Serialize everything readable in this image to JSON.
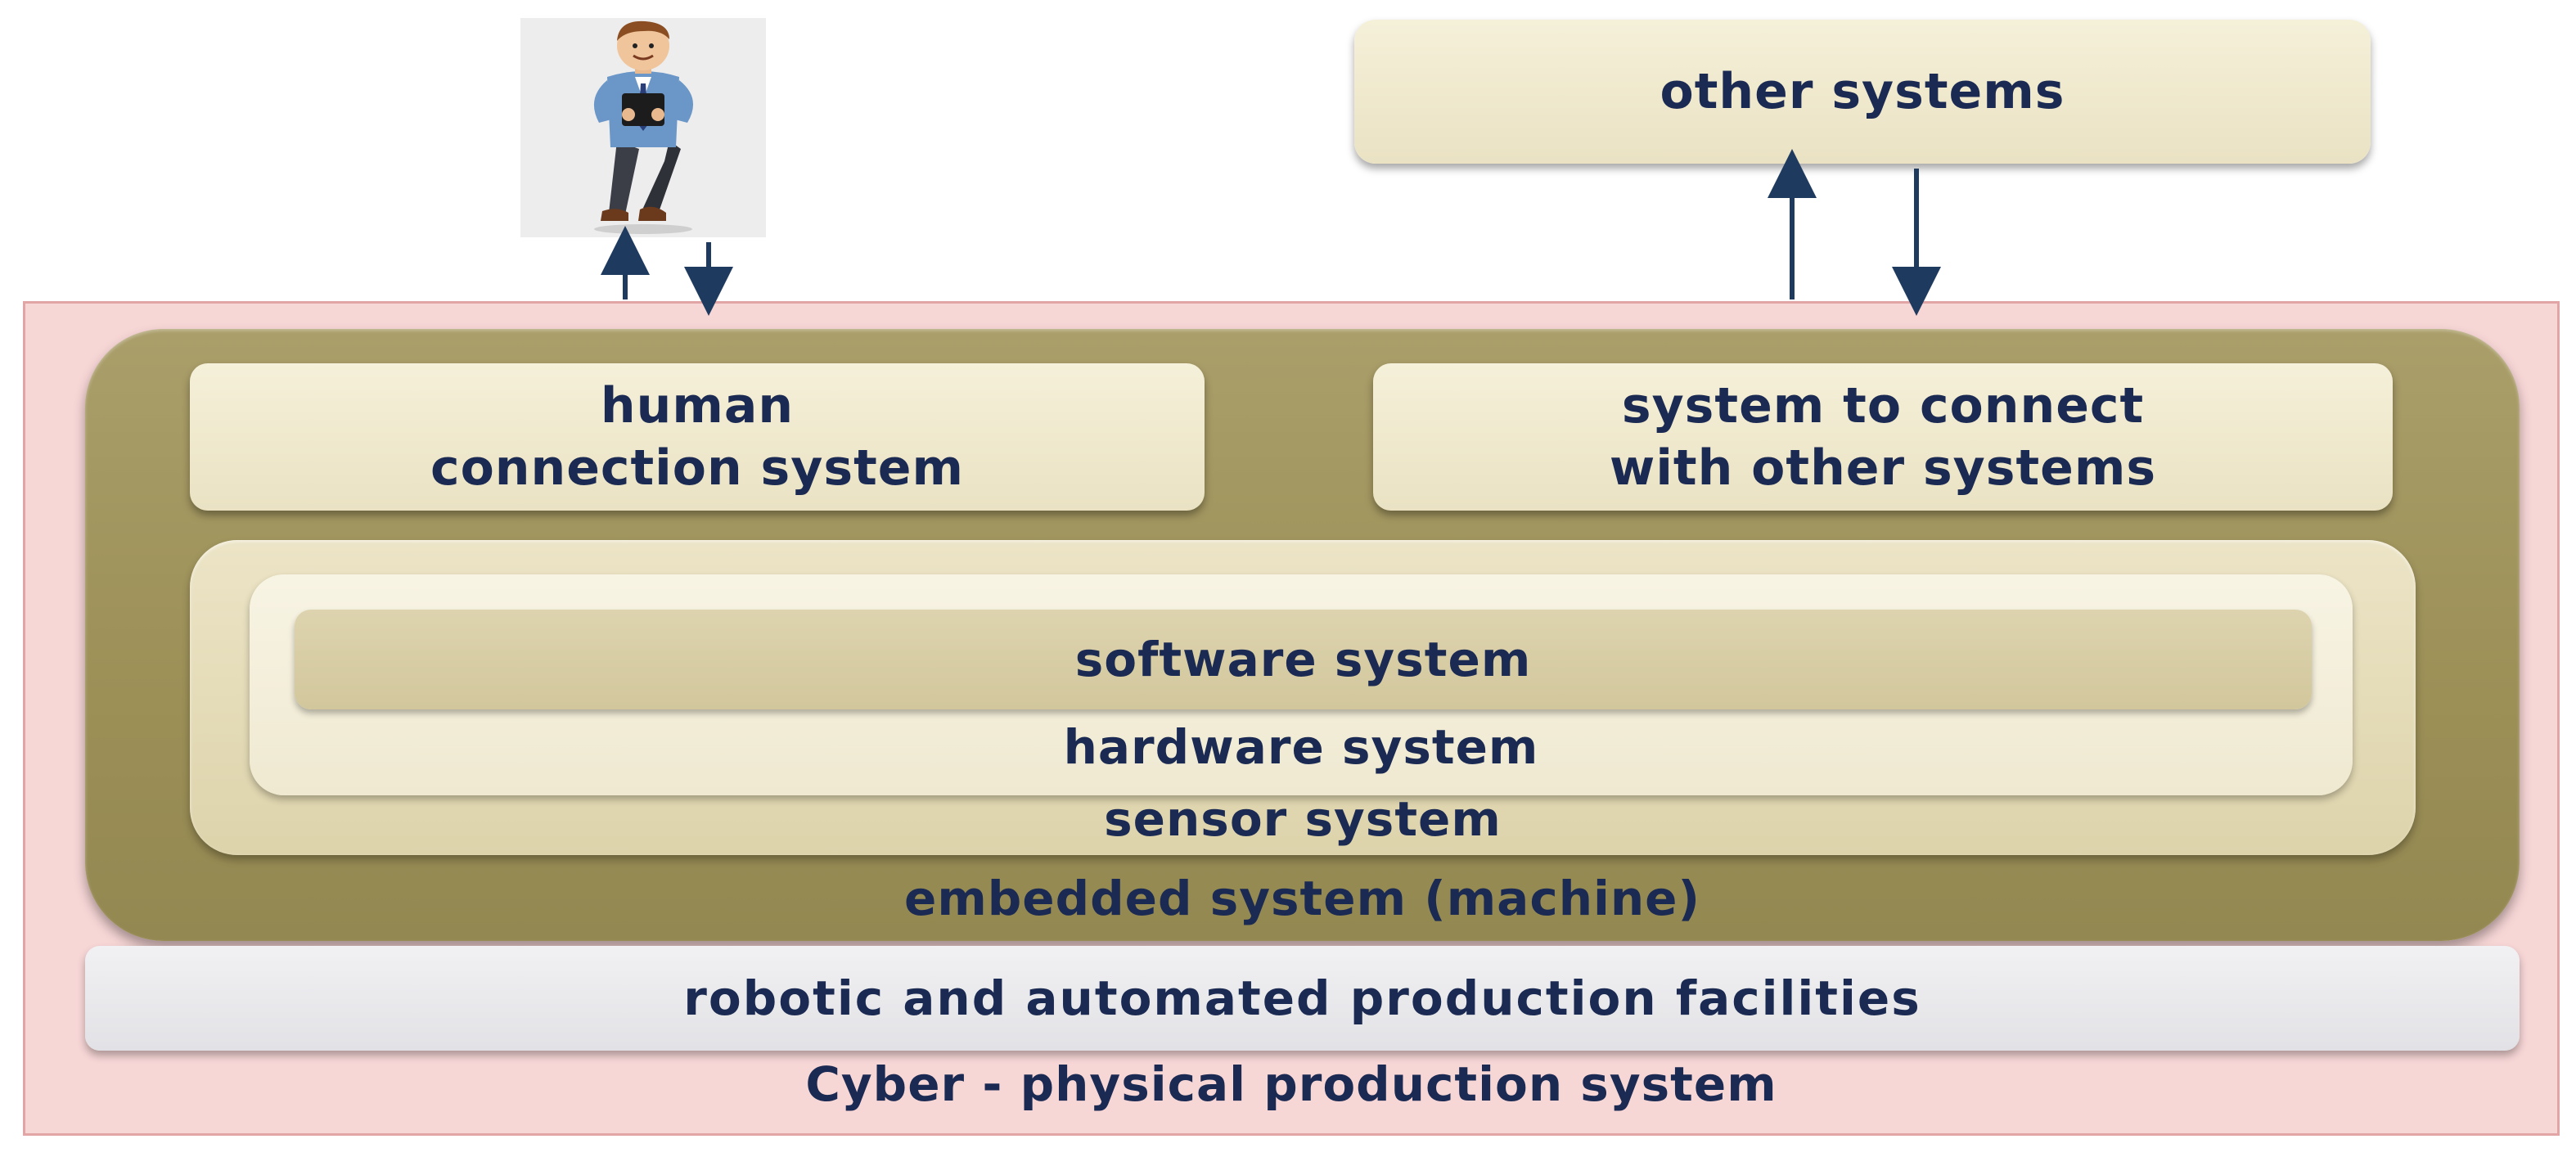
{
  "diagram": {
    "outer_label": "Cyber - physical production system",
    "embedded_label": "embedded system (machine)",
    "human_connection": "human\nconnection system",
    "system_connect": "system to connect\nwith other systems",
    "sensor_label": "sensor system",
    "hardware_label": "hardware system",
    "software_label": "software system",
    "robotic_label": "robotic and automated production facilities",
    "other_systems": "other systems",
    "person_image": "person-with-tablet"
  },
  "colors": {
    "outer_fill": "#f7d6d6",
    "embedded_fill": "#9c9057",
    "card_fill": "#efe7cb",
    "text": "#1b2a52",
    "arrow": "#1e3a5f"
  }
}
